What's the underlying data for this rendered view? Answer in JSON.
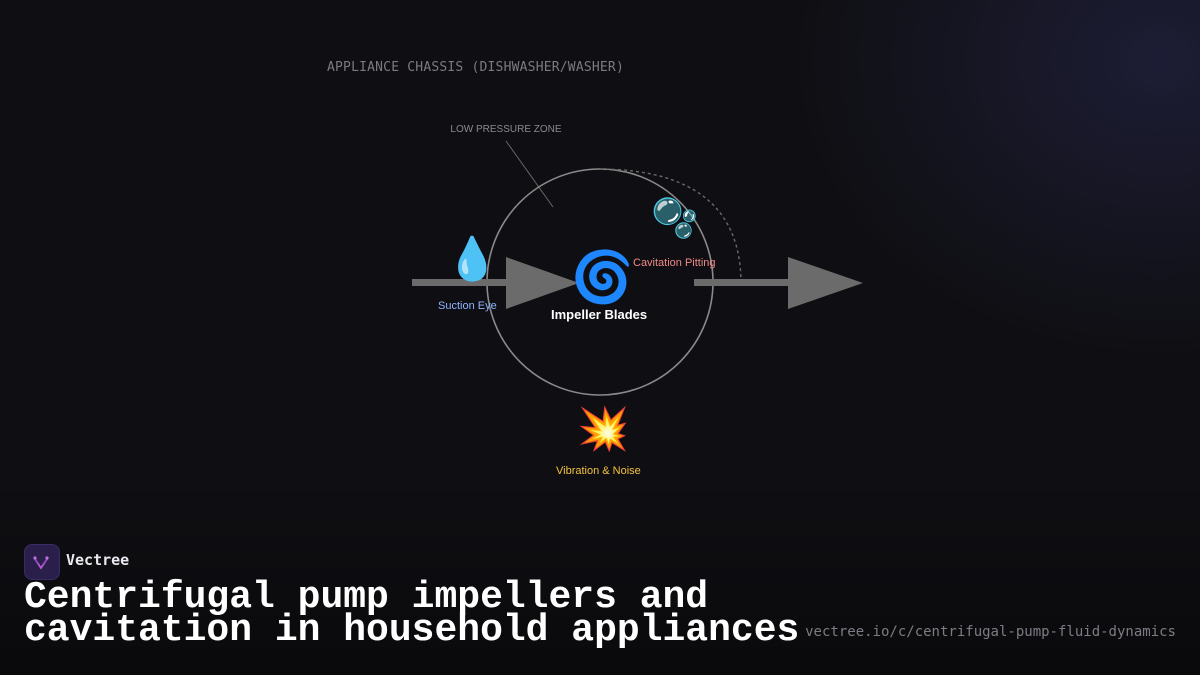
{
  "diagram": {
    "chassis_label": "APPLIANCE CHASSIS (DISHWASHER/WASHER)",
    "low_pressure_label": "LOW PRESSURE ZONE",
    "suction_label": "Suction Eye",
    "impeller_label": "Impeller Blades",
    "cavitation_label": "Cavitation Pitting",
    "vibration_label": "Vibration & Noise",
    "icons": {
      "suction": "💧",
      "impeller": "🌀",
      "bubbles": "🫧",
      "vibration": "💥"
    },
    "colors": {
      "suction": "#8fb4ff",
      "impeller": "#ffffff",
      "cavitation": "#f08a8a",
      "vibration": "#f3c23c",
      "arrow": "#6b6b6b",
      "circle": "#8a8a8a"
    }
  },
  "brand": {
    "name": "Vectree",
    "headline": "Centrifugal pump impellers and cavitation in household appliances",
    "url": "vectree.io/c/centrifugal-pump-fluid-dynamics"
  }
}
